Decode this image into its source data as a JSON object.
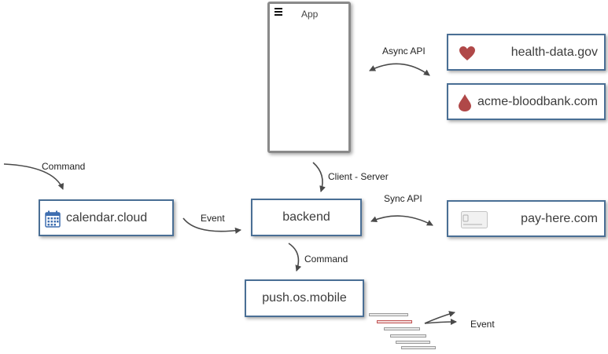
{
  "app": {
    "title": "App"
  },
  "nodes": {
    "health": "health-data.gov",
    "bloodbank": "acme-bloodbank.com",
    "calendar": "calendar.cloud",
    "backend": "backend",
    "payhere": "pay-here.com",
    "push": "push.os.mobile"
  },
  "edges": {
    "async_api": "Async API",
    "client_server": "Client - Server",
    "sync_api": "Sync API",
    "command_in": "Command",
    "event_calendar": "Event",
    "command_push": "Command",
    "event_push": "Event"
  },
  "icons": {
    "health": "heart-icon",
    "bloodbank": "blood-drop-icon",
    "calendar": "calendar-icon",
    "payhere": "credit-card-icon",
    "app": "hamburger-menu-icon",
    "push": "notification-stack-icon"
  },
  "colors": {
    "box_border": "#4a6f95",
    "icon_red": "#b04848",
    "calendar_blue": "#3f6fb0",
    "arrow": "#4a4a4a"
  }
}
